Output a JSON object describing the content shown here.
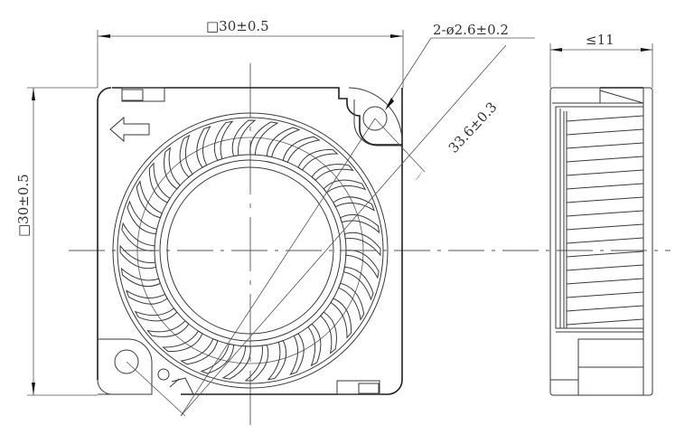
{
  "title": "Blower fan 30x30 mechanical drawing",
  "dimensions": {
    "width_top": "□30±0.5",
    "height_left": "□30±0.5",
    "mount_holes": "2-ø2.6±0.2",
    "hole_spacing_diagonal": "33.6±0.3",
    "thickness": "≤11"
  },
  "views": [
    {
      "name": "front-view",
      "features": [
        "square frame",
        "impeller blades",
        "hub",
        "2 mounting holes",
        "airflow arrow"
      ]
    },
    {
      "name": "side-view",
      "features": [
        "outlet",
        "blade slats"
      ]
    }
  ],
  "colors": {
    "line": "#3a3a3a",
    "background": "#ffffff"
  }
}
